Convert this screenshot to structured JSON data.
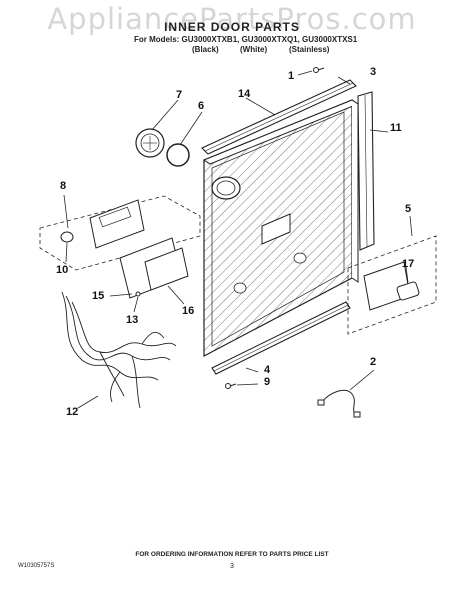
{
  "watermark": "AppliancePartsPros.com",
  "header": {
    "title": "INNER DOOR PARTS",
    "models_line": "For Models: GU3000XTXB1, GU3000XTXQ1, GU3000XTXS1",
    "finishes": [
      "(Black)",
      "(White)",
      "(Stainless)"
    ]
  },
  "callouts": [
    "1",
    "2",
    "3",
    "4",
    "5",
    "6",
    "7",
    "8",
    "9",
    "10",
    "11",
    "12",
    "13",
    "14",
    "15",
    "16",
    "17"
  ],
  "footer": {
    "ordering_note": "FOR ORDERING INFORMATION REFER TO PARTS PRICE LIST",
    "page_number": "3",
    "document_number": "W10305757S"
  },
  "colors": {
    "line": "#222222",
    "hatch": "#555555",
    "watermark": "#d6d6d6"
  }
}
